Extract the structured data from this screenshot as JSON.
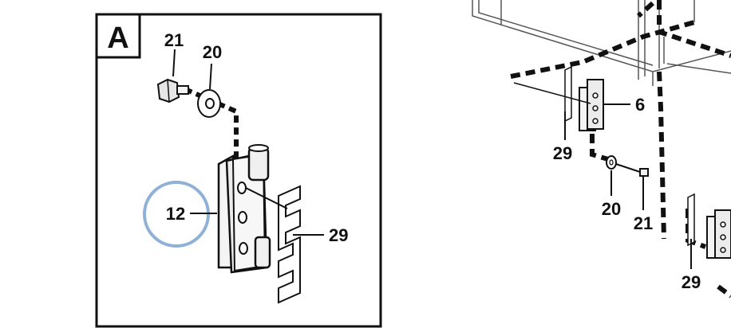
{
  "detail_view": {
    "letter": "A",
    "callouts": {
      "bolt": "21",
      "washer": "20",
      "hinge": "12",
      "shim": "29"
    },
    "highlight_color": "#8fb1d6"
  },
  "main_view": {
    "callouts": {
      "hinge_upper": "6",
      "shim_upper": "29",
      "washer": "20",
      "bolt": "21",
      "shim_lower": "29"
    }
  }
}
